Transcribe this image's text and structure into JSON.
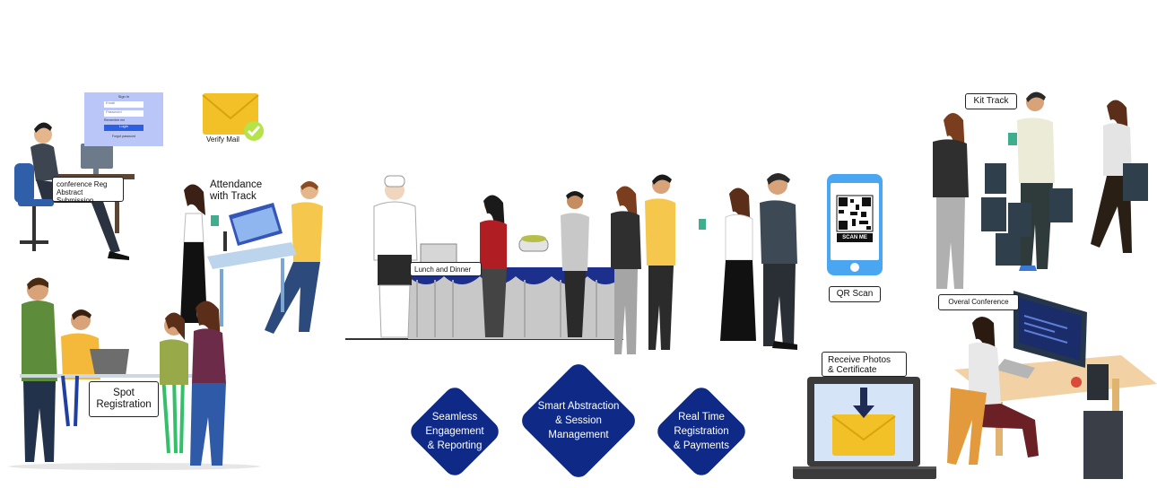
{
  "labels": {
    "conference_reg": "conference Reg\nAbstract Submission",
    "verify_mail": "Verify Mail",
    "attendance": "Attendance\nwith Track",
    "spot_registration": "Spot\nRegistration",
    "lunch_dinner": "Lunch and Dinner",
    "qr_scan": "QR Scan",
    "scan_me": "SCAN ME",
    "kit_track": "Kit Track",
    "overall_conference": "Overal Conference",
    "receive_photos": "Receive Photos\n& Certificate"
  },
  "login_card": {
    "title": "Sign In",
    "email_placeholder": "Email",
    "password_placeholder": "Password",
    "remember": "Remember me",
    "button": "Login",
    "forgot": "Forgot password"
  },
  "features": [
    {
      "text": "Seamless\nEngagement\n& Reporting"
    },
    {
      "text": "Smart Abstraction\n& Session\nManagement"
    },
    {
      "text": "Real Time\nRegistration\n& Payments"
    }
  ],
  "colors": {
    "navy": "#0f2a86",
    "envelope": "#f2c027",
    "check": "#b5e34a",
    "phone": "#4aa6f0"
  }
}
